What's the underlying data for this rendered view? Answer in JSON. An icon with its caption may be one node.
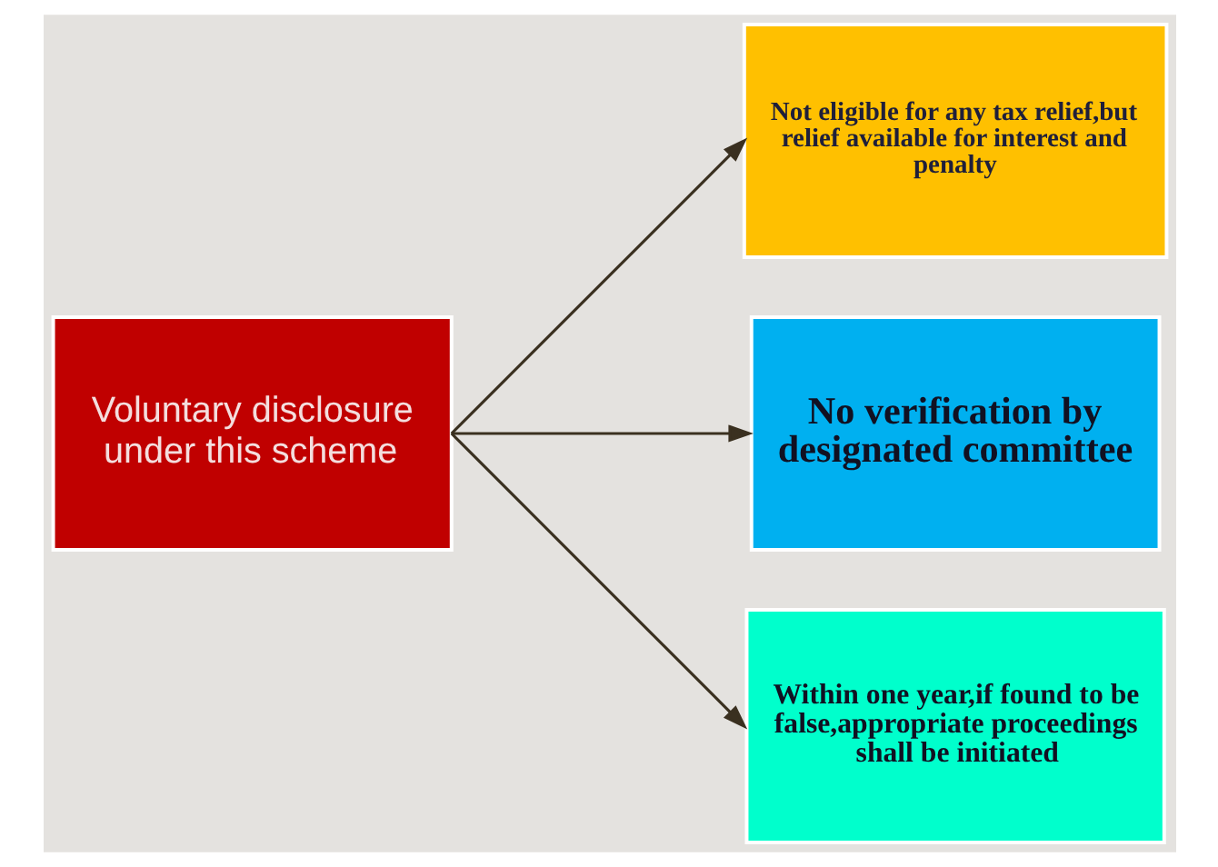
{
  "diagram": {
    "nodes": [
      {
        "text": [
          "Voluntary disclosure under this scheme"
        ]
      },
      {
        "text": [
          "Not eligible for any tax relief,but relief available for interest and penalty"
        ]
      },
      {
        "text": [
          "No verification by designated committee"
        ]
      },
      {
        "text": [
          "Within one year,if found to be false,appropriate proceedings shall be initiated"
        ]
      }
    ],
    "edges": [
      {
        "from": 0,
        "to": 1,
        "arrow": "to"
      },
      {
        "from": 0,
        "to": 2,
        "arrow": "to"
      },
      {
        "from": 0,
        "to": 3,
        "arrow": "to"
      }
    ]
  }
}
